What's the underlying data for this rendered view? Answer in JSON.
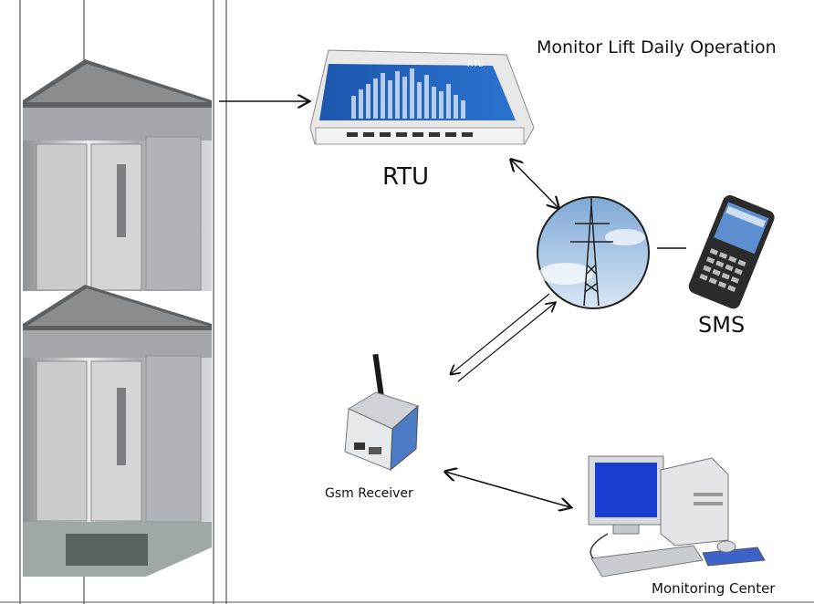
{
  "title": "Monitor Lift Daily Operation",
  "nodes": {
    "rtu": {
      "label": "RTU",
      "screen_text": "RTU"
    },
    "sms": {
      "label": "SMS"
    },
    "gsm": {
      "label": "Gsm Receiver"
    },
    "monitoring": {
      "label": "Monitoring Center"
    }
  },
  "colors": {
    "rtu_screen": "#1f5fb8",
    "steel": "#b9bcc0",
    "monitor_screen": "#1a3fd0"
  }
}
